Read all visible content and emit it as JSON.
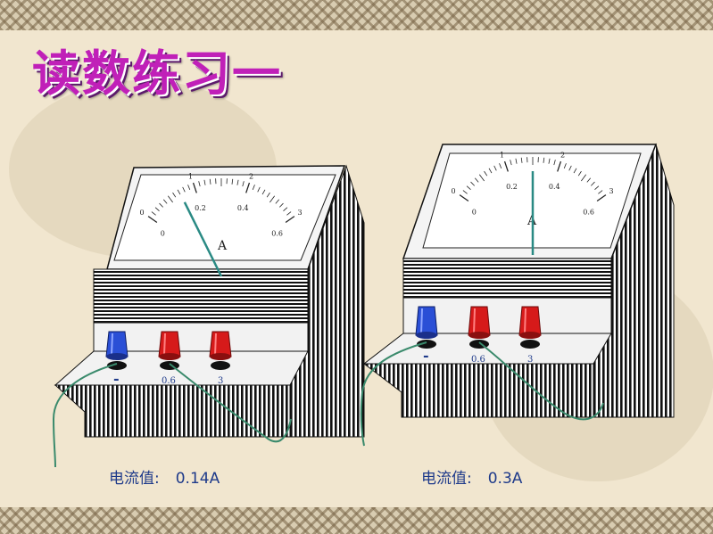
{
  "title": "读数练习一",
  "meter_left": {
    "major_labels": [
      "0",
      "1",
      "2",
      "3"
    ],
    "minor_labels": [
      "0",
      "0.2",
      "0.4",
      "0.6"
    ],
    "unit": "A",
    "terminals": [
      "-",
      "0.6",
      "3"
    ],
    "reading_label": "电流值:",
    "reading_value": "0.14A",
    "needle_value_0_06": 0.14
  },
  "meter_right": {
    "major_labels": [
      "0",
      "1",
      "2",
      "3"
    ],
    "minor_labels": [
      "0",
      "0.2",
      "0.4",
      "0.6"
    ],
    "unit": "A",
    "terminals": [
      "-",
      "0.6",
      "3"
    ],
    "reading_label": "电流值:",
    "reading_value": "0.3A",
    "needle_value_0_06": 0.3
  },
  "colors": {
    "title": "#c020b8",
    "needle": "#2a8a84",
    "terminal_neg": "#2a4fd6",
    "terminal_pos": "#d61a1a",
    "wire": "#3a8a6c",
    "label": "#1e3a8a"
  }
}
